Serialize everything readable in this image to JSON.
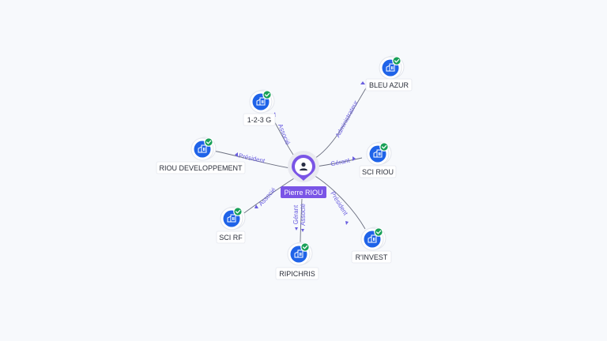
{
  "center": {
    "name": "Pierre RIOU",
    "icon": "person-icon"
  },
  "companies": [
    {
      "id": "bleu-azur",
      "name": "BLEU AZUR",
      "relations": [
        "Administrateur"
      ],
      "verified": true
    },
    {
      "id": "1-2-3-g",
      "name": "1-2-3 G",
      "relations": [
        "Associé"
      ],
      "verified": true
    },
    {
      "id": "sci-riou",
      "name": "SCI RIOU",
      "relations": [
        "Gérant"
      ],
      "verified": true
    },
    {
      "id": "riou-developpement",
      "name": "RIOU DEVELOPPEMENT",
      "relations": [
        "Président"
      ],
      "verified": true
    },
    {
      "id": "sci-rf",
      "name": "SCI RF",
      "relations": [
        "Associé"
      ],
      "verified": true
    },
    {
      "id": "ripichris",
      "name": "RIPICHRIS",
      "relations": [
        "Gérant",
        "Associé"
      ],
      "verified": true
    },
    {
      "id": "rinvest",
      "name": "R'INVEST",
      "relations": [
        "Président"
      ],
      "verified": true
    }
  ],
  "colors": {
    "accent": "#7a55e6",
    "company": "#1f63e8",
    "verified": "#18a057",
    "relation_text": "#6a5ee0",
    "edge": "#6b6f80"
  }
}
